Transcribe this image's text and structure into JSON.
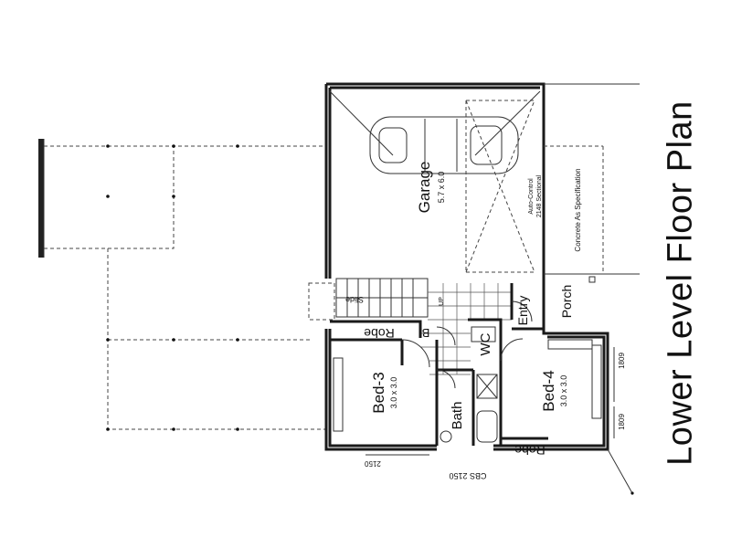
{
  "title": "Lower Level Floor Plan",
  "rooms": {
    "garage": {
      "name": "Garage",
      "size": "5.7 x 6.0"
    },
    "bed3": {
      "name": "Bed-3",
      "size": "3.0 x 3.0"
    },
    "bed4": {
      "name": "Bed-4",
      "size": "3.0 x 3.0"
    },
    "bath": {
      "name": "Bath"
    },
    "wc": {
      "name": "WC"
    },
    "entry": {
      "name": "Entry"
    },
    "porch": {
      "name": "Porch"
    },
    "robe_bed3": {
      "name": "Robe"
    },
    "robe_bed4": {
      "name": "Robe"
    },
    "linen": {
      "name": "B"
    }
  },
  "notes": {
    "door": "Auto-Control",
    "door2": "2148 Sectional",
    "concrete": "Concrete As Specification",
    "up": "UP",
    "slide": "Slide"
  },
  "dimensions": {
    "bottom": "2150",
    "bottom_total": "CBS 2150",
    "window1": "1809",
    "window2": "1809"
  }
}
